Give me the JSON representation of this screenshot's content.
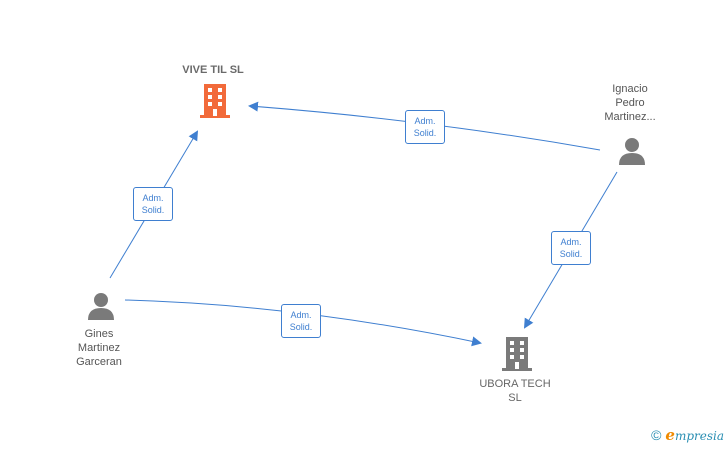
{
  "nodes": {
    "vive_til": {
      "name": "VIVE TIL  SL",
      "type": "company",
      "color": "#f26a3a"
    },
    "ubora_tech": {
      "name_line1": "UBORA TECH",
      "name_line2": "SL",
      "type": "company",
      "color": "#7a7a7a"
    },
    "ignacio": {
      "line1": "Ignacio",
      "line2": "Pedro",
      "line3": "Martinez...",
      "type": "person",
      "color": "#7a7a7a"
    },
    "gines": {
      "line1": "Gines",
      "line2": "Martinez",
      "line3": "Garceran",
      "type": "person",
      "color": "#7a7a7a"
    }
  },
  "edges": [
    {
      "from": "ignacio",
      "to": "vive_til",
      "label_line1": "Adm.",
      "label_line2": "Solid."
    },
    {
      "from": "gines",
      "to": "vive_til",
      "label_line1": "Adm.",
      "label_line2": "Solid."
    },
    {
      "from": "ignacio",
      "to": "ubora_tech",
      "label_line1": "Adm.",
      "label_line2": "Solid."
    },
    {
      "from": "gines",
      "to": "ubora_tech",
      "label_line1": "Adm.",
      "label_line2": "Solid."
    }
  ],
  "footer": {
    "copyright": "©",
    "brand_initial": "e",
    "brand_rest": "mpresia"
  },
  "colors": {
    "edge": "#3f7fd0",
    "brand": "#2b8fb3",
    "brand_accent": "#f08a00"
  }
}
